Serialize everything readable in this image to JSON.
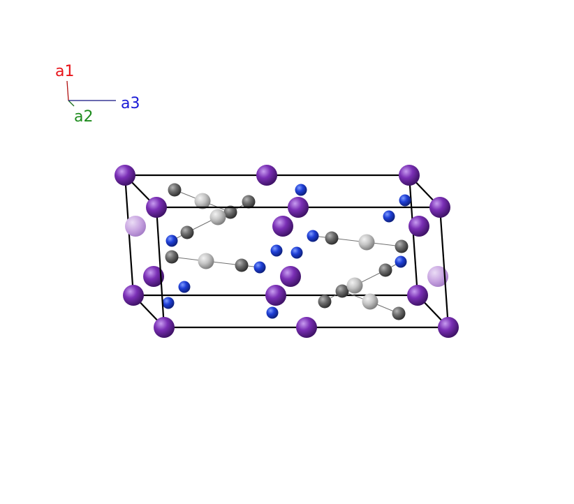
{
  "axes": {
    "a1": {
      "label": "a1",
      "color": "#e8141a"
    },
    "a2": {
      "label": "a2",
      "color": "#1e8c1e"
    },
    "a3": {
      "label": "a3",
      "color": "#1a1ad6"
    }
  },
  "colors": {
    "cell_edge": "#000000",
    "bond": "#707070",
    "atom_purple": "#7a2fb5",
    "atom_purple_faded": "#c7a3e0",
    "atom_blue": "#1f3fd6",
    "atom_gray_dark": "#6e6e6e",
    "atom_gray_light": "#c4c4c4"
  },
  "structure": {
    "atom_types": [
      "purple",
      "purple-faded",
      "blue",
      "gray-dark",
      "gray-light"
    ],
    "unit_cell": "parallelepiped"
  }
}
